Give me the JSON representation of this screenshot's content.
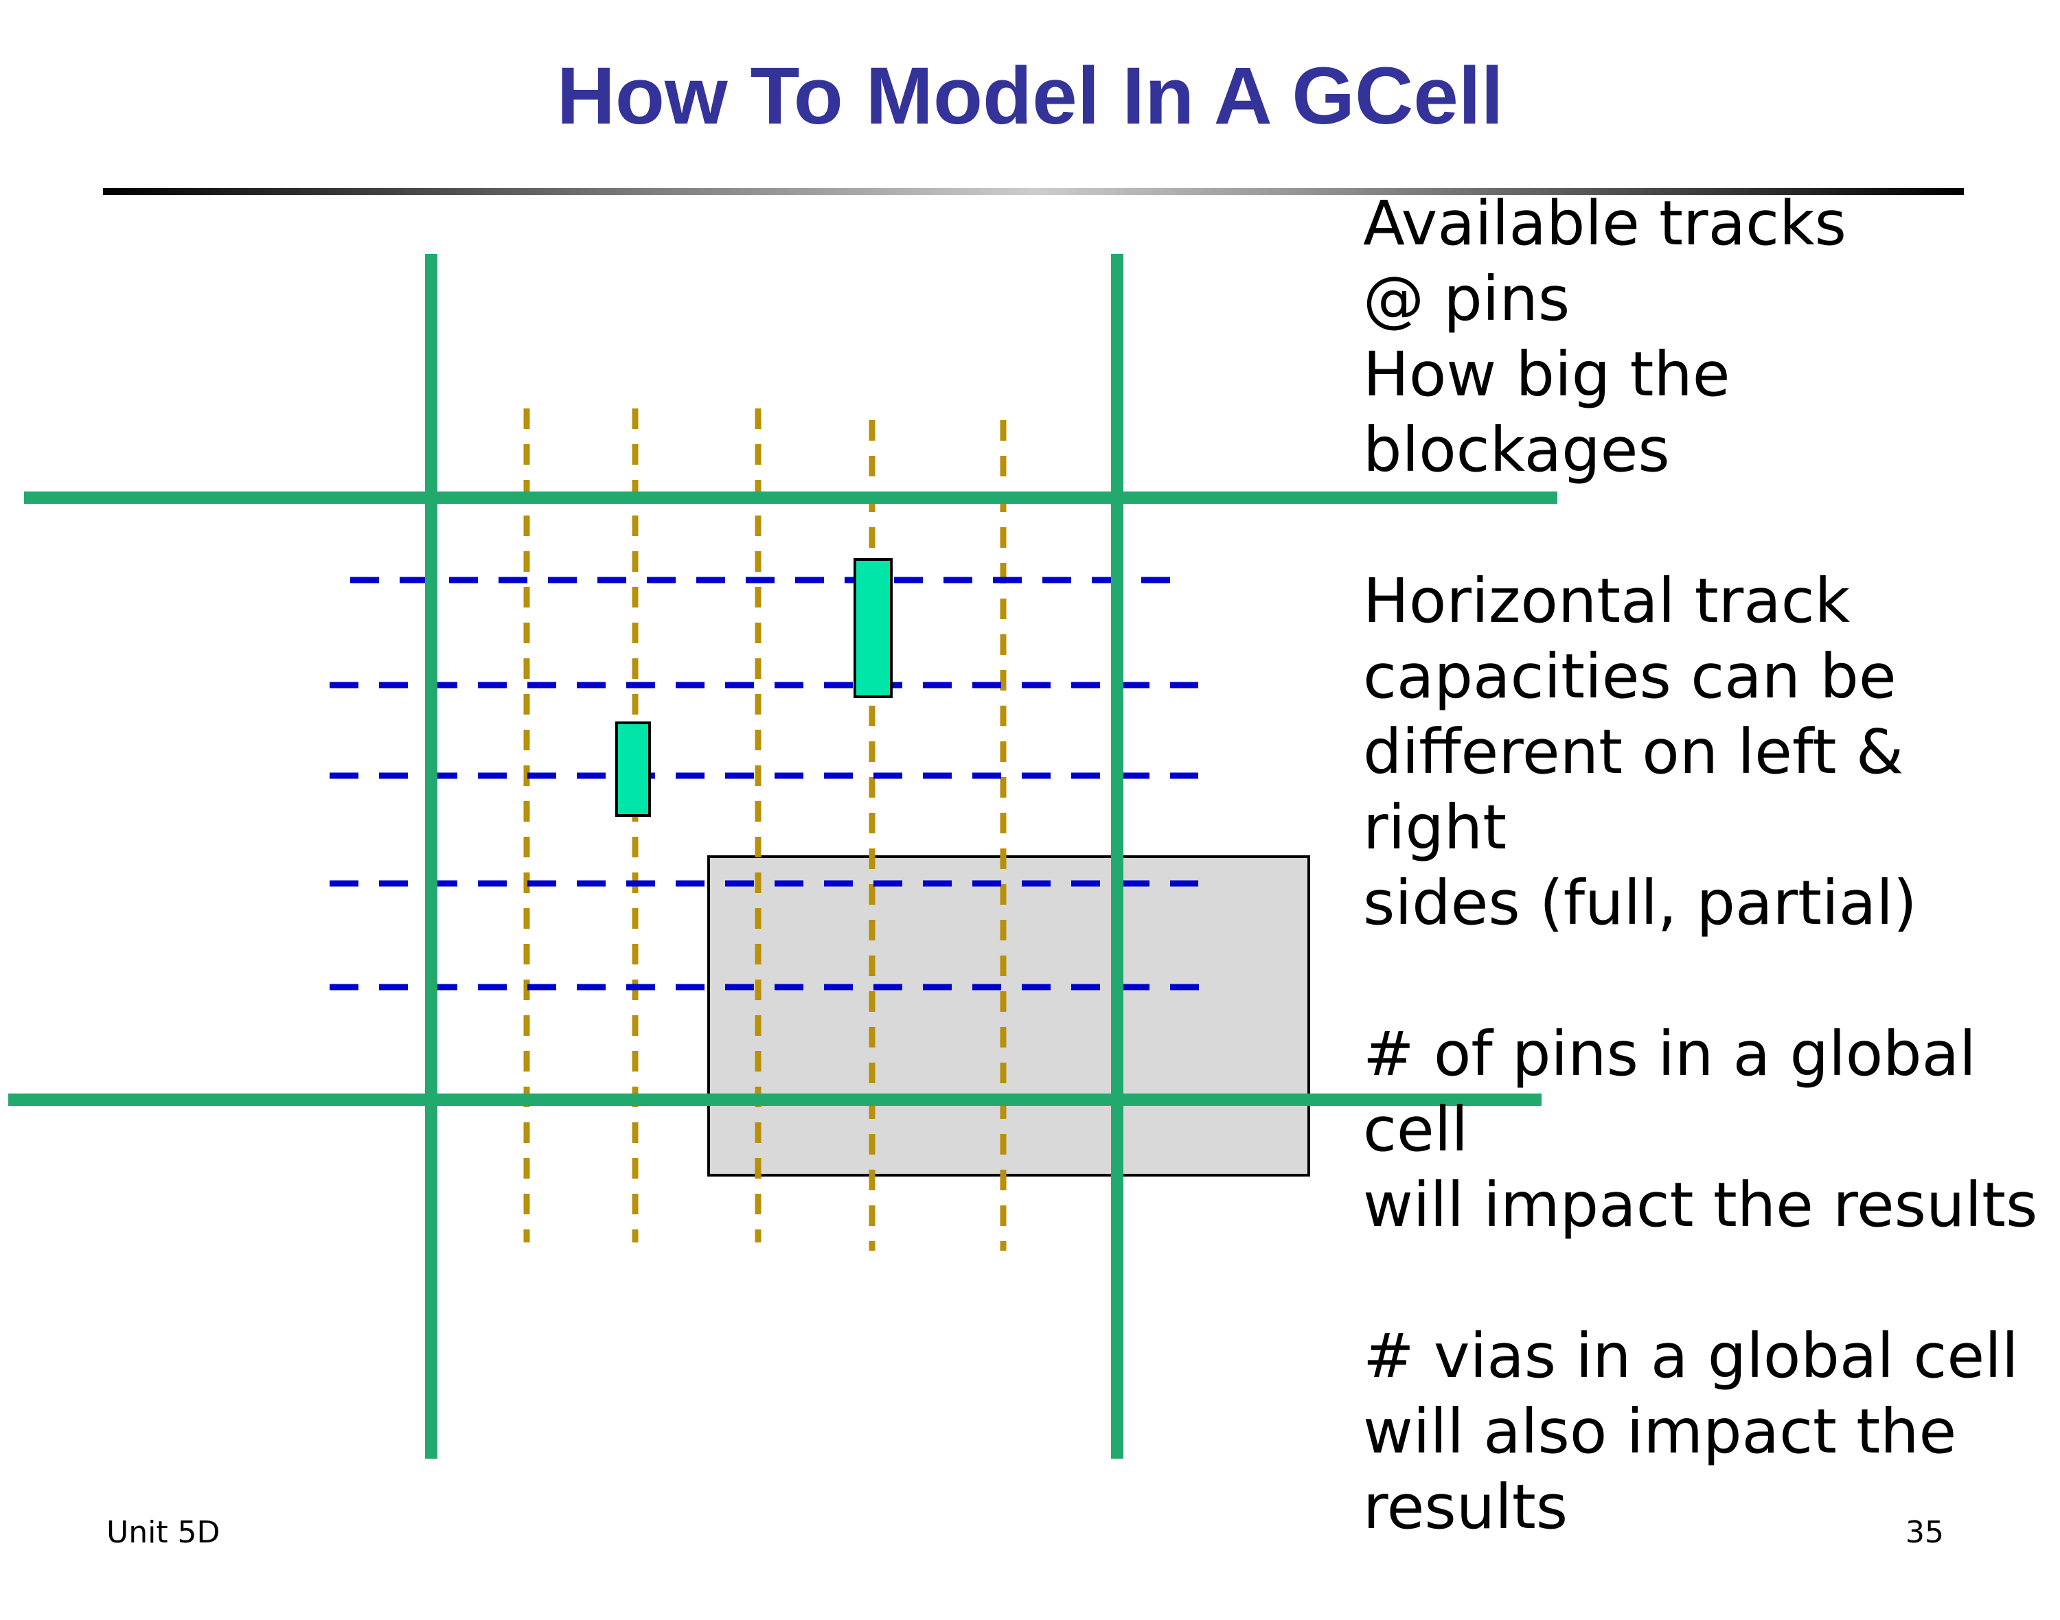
{
  "slide": {
    "title": "How To Model In A GCell",
    "bullets": [
      "Available tracks\n@ pins\nHow big the blockages",
      "Horizontal track\ncapacities can be\ndifferent on left & right\nsides (full, partial)",
      "# of pins in a global cell\nwill impact the results",
      "# vias in a global cell\nwill also impact the\nresults"
    ],
    "footer_left": "Unit 5D",
    "page_number": "35"
  },
  "colors": {
    "title": "#333399",
    "gcell_boundary": "#22AA6E",
    "vertical_track": "#B8900A",
    "horizontal_track": "#0000CC",
    "pin_fill": "#00E5A8",
    "blockage_fill": "#D9D9D9"
  }
}
